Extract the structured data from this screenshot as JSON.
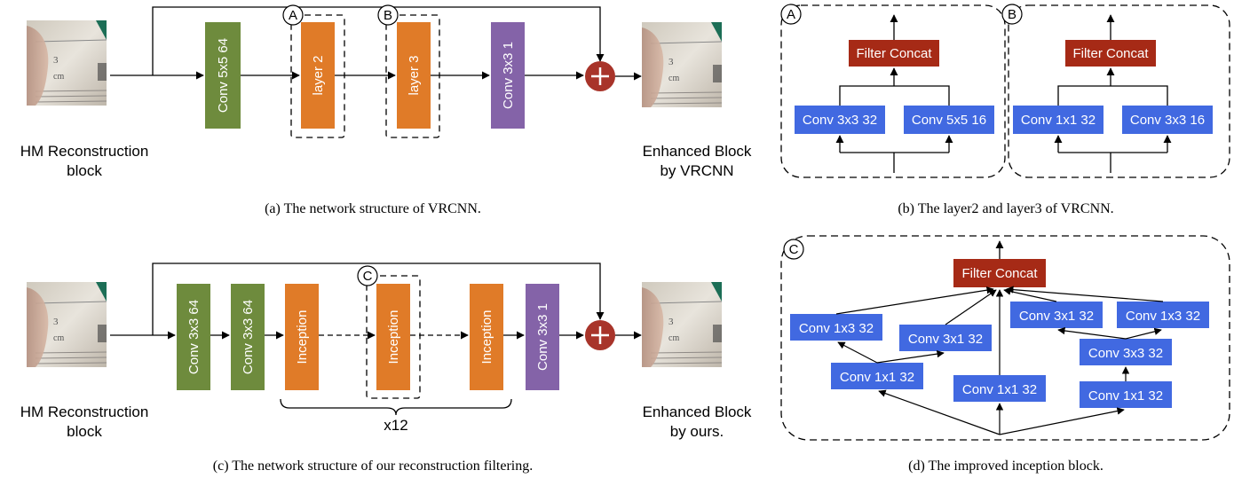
{
  "colors": {
    "conv_green": "#6e8b3d",
    "layer_orange": "#e07b28",
    "conv_purple": "#8463a8",
    "concat_red": "#a62a16",
    "conv_blue": "#4169e1",
    "add_red": "#a8342a"
  },
  "panel_a": {
    "input_label": "HM Reconstruction block",
    "input_label_l1": "HM Reconstruction",
    "input_label_l2": "block",
    "output_label_l1": "Enhanced Block",
    "output_label_l2": "by VRCNN",
    "conv1": "Conv 5x5 64",
    "layer2": "layer 2",
    "layer3": "layer 3",
    "conv_out": "Conv 3x3 1",
    "marker_a": "A",
    "marker_b": "B",
    "caption": "(a) The network structure of VRCNN."
  },
  "panel_b": {
    "marker_a": "A",
    "marker_b": "B",
    "concat_a": "Filter Concat",
    "concat_b": "Filter Concat",
    "a_left": "Conv 3x3 32",
    "a_right": "Conv 5x5 16",
    "b_left": "Conv 1x1 32",
    "b_right": "Conv 3x3 16",
    "caption": "(b) The layer2 and layer3 of VRCNN."
  },
  "panel_c": {
    "input_label_l1": "HM Reconstruction",
    "input_label_l2": "block",
    "output_label_l1": "Enhanced Block",
    "output_label_l2": "by ours.",
    "conv1": "Conv 3x3 64",
    "conv2": "Conv 3x3 64",
    "inception1": "Inception",
    "inception2": "Inception",
    "inception3": "Inception",
    "conv_out": "Conv 3x3 1",
    "marker_c": "C",
    "repeat": "x12",
    "caption": "(c) The network structure of our reconstruction filtering."
  },
  "panel_d": {
    "marker_c": "C",
    "concat": "Filter Concat",
    "c1x3_left": "Conv 1x3 32",
    "c3x1_mid": "Conv 3x1 32",
    "c1x1_left": "Conv 1x1 32",
    "c1x1_center": "Conv 1x1 32",
    "c3x1_right": "Conv 3x1 32",
    "c1x3_right": "Conv 1x3 32",
    "c3x3_right": "Conv 3x3 32",
    "c1x1_right": "Conv 1x1 32",
    "caption": "(d) The improved inception block."
  }
}
